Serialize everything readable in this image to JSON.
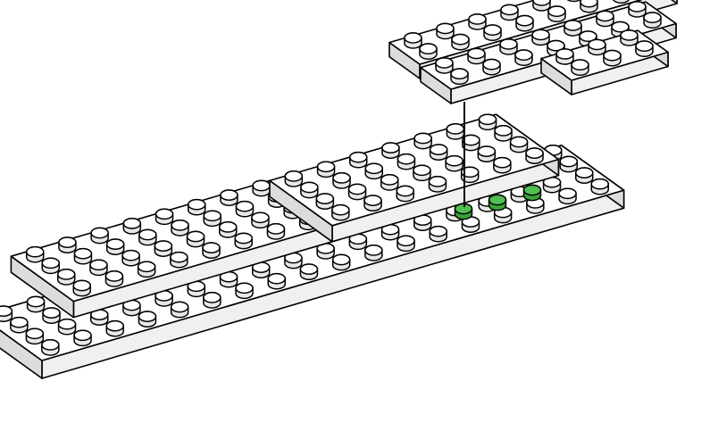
{
  "diagram": {
    "kind": "assembly-instruction-step",
    "colors": {
      "background": "#ffffff",
      "plate_top": "#ffffff",
      "plate_side": "#f0f0f0",
      "plate_side_dark": "#dcdcdc",
      "outline": "#000000",
      "stud_side": "#e8e8e8",
      "highlight_stud": "#3aa33a",
      "highlight_stud_top": "#4fbf4f",
      "leader_line": "#000000"
    },
    "parts": [
      {
        "name": "base-plate",
        "rows": 4,
        "cols": 18,
        "role": "bottom-layer"
      },
      {
        "name": "middle-plates",
        "role": "second-layer"
      },
      {
        "name": "floating-sub-assembly",
        "role": "part-to-attach"
      }
    ],
    "highlighted_studs": 3,
    "attach_indicator": "leader-line"
  }
}
